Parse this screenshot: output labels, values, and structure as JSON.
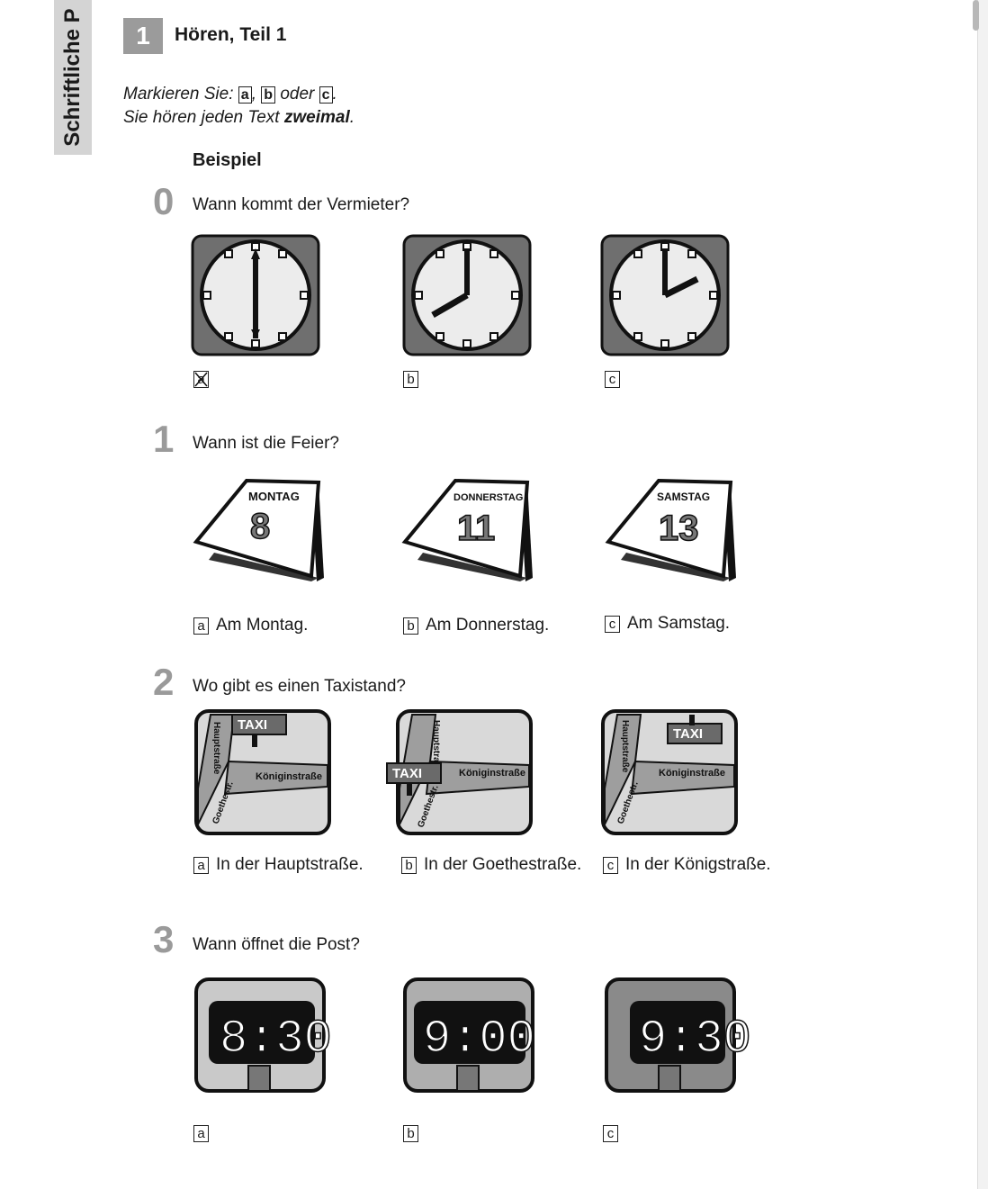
{
  "side_tab": {
    "label": "Schriftliche P"
  },
  "task": {
    "number": "1",
    "title": "Hören, Teil 1"
  },
  "instructions": {
    "line1_prefix": "Markieren Sie:",
    "box_a": "a",
    "comma": ",",
    "box_b": "b",
    "oder": "oder",
    "box_c": "c",
    "period": ".",
    "line2_prefix": "Sie hören jeden Text",
    "line2_bold": "zweimal",
    "line2_suffix": "."
  },
  "example_heading": "Beispiel",
  "questions": [
    {
      "number": "0",
      "text": "Wann kommt der Vermieter?",
      "options": [
        {
          "letter": "a",
          "label": "",
          "checked": true
        },
        {
          "letter": "b",
          "label": "",
          "checked": false
        },
        {
          "letter": "c",
          "label": "",
          "checked": false
        }
      ]
    },
    {
      "number": "1",
      "text": "Wann ist die Feier?",
      "calendars": [
        {
          "day": "MONTAG",
          "date": "8"
        },
        {
          "day": "DONNERSTAG",
          "date": "11"
        },
        {
          "day": "SAMSTAG",
          "date": "13"
        }
      ],
      "options": [
        {
          "letter": "a",
          "label": "Am Montag."
        },
        {
          "letter": "b",
          "label": "Am Donnerstag."
        },
        {
          "letter": "c",
          "label": "Am Samstag."
        }
      ]
    },
    {
      "number": "2",
      "text": "Wo gibt es einen Taxistand?",
      "map_labels": {
        "taxi": "TAXI",
        "street_1": "Hauptstraße",
        "street_2": "Königinstraße",
        "street_3": "Goethestr."
      },
      "options": [
        {
          "letter": "a",
          "label": "In der Hauptstraße."
        },
        {
          "letter": "b",
          "label": "In der Goethestraße."
        },
        {
          "letter": "c",
          "label": "In der Königstraße."
        }
      ]
    },
    {
      "number": "3",
      "text": "Wann öffnet die Post?",
      "clocks": [
        "8:30",
        "9:00",
        "9:30"
      ],
      "options": [
        {
          "letter": "a",
          "label": ""
        },
        {
          "letter": "b",
          "label": ""
        },
        {
          "letter": "c",
          "label": ""
        }
      ]
    }
  ],
  "colors": {
    "accent_gray": "#9b9b9b",
    "tab_gray": "#d4d4d4",
    "ink": "#1a1a1a"
  }
}
